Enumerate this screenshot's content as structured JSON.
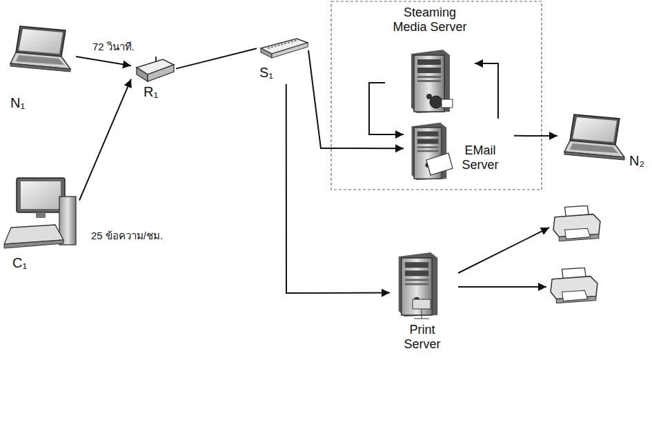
{
  "diagram": {
    "nodes": [
      {
        "text": [
          "N₁"
        ]
      },
      {
        "text": [
          "C₁"
        ]
      },
      {
        "text": [
          "R₁"
        ]
      },
      {
        "text": [
          "S₁"
        ]
      },
      {
        "text": [
          "Steaming Media Server"
        ]
      },
      {
        "text": [
          "EMail Server"
        ]
      },
      {
        "text": [
          "N₂"
        ]
      },
      {
        "text": [
          "Print Server"
        ]
      }
    ],
    "edges": [
      {
        "from": 0,
        "to": 2,
        "label": "72 วินาที.",
        "arrow": "to"
      },
      {
        "from": 1,
        "to": 2,
        "label": "25 ข้อความ/ชม.",
        "arrow": "to"
      },
      {
        "from": 2,
        "to": 3,
        "arrow": "none"
      },
      {
        "from": 3,
        "to": 5,
        "arrow": "to"
      },
      {
        "from": 3,
        "to": 7,
        "arrow": "to"
      },
      {
        "from": 4,
        "to": 5,
        "arrow": "to"
      },
      {
        "from": 5,
        "to": 4,
        "arrow": "to"
      },
      {
        "from": 5,
        "to": 6,
        "arrow": "to"
      }
    ]
  }
}
